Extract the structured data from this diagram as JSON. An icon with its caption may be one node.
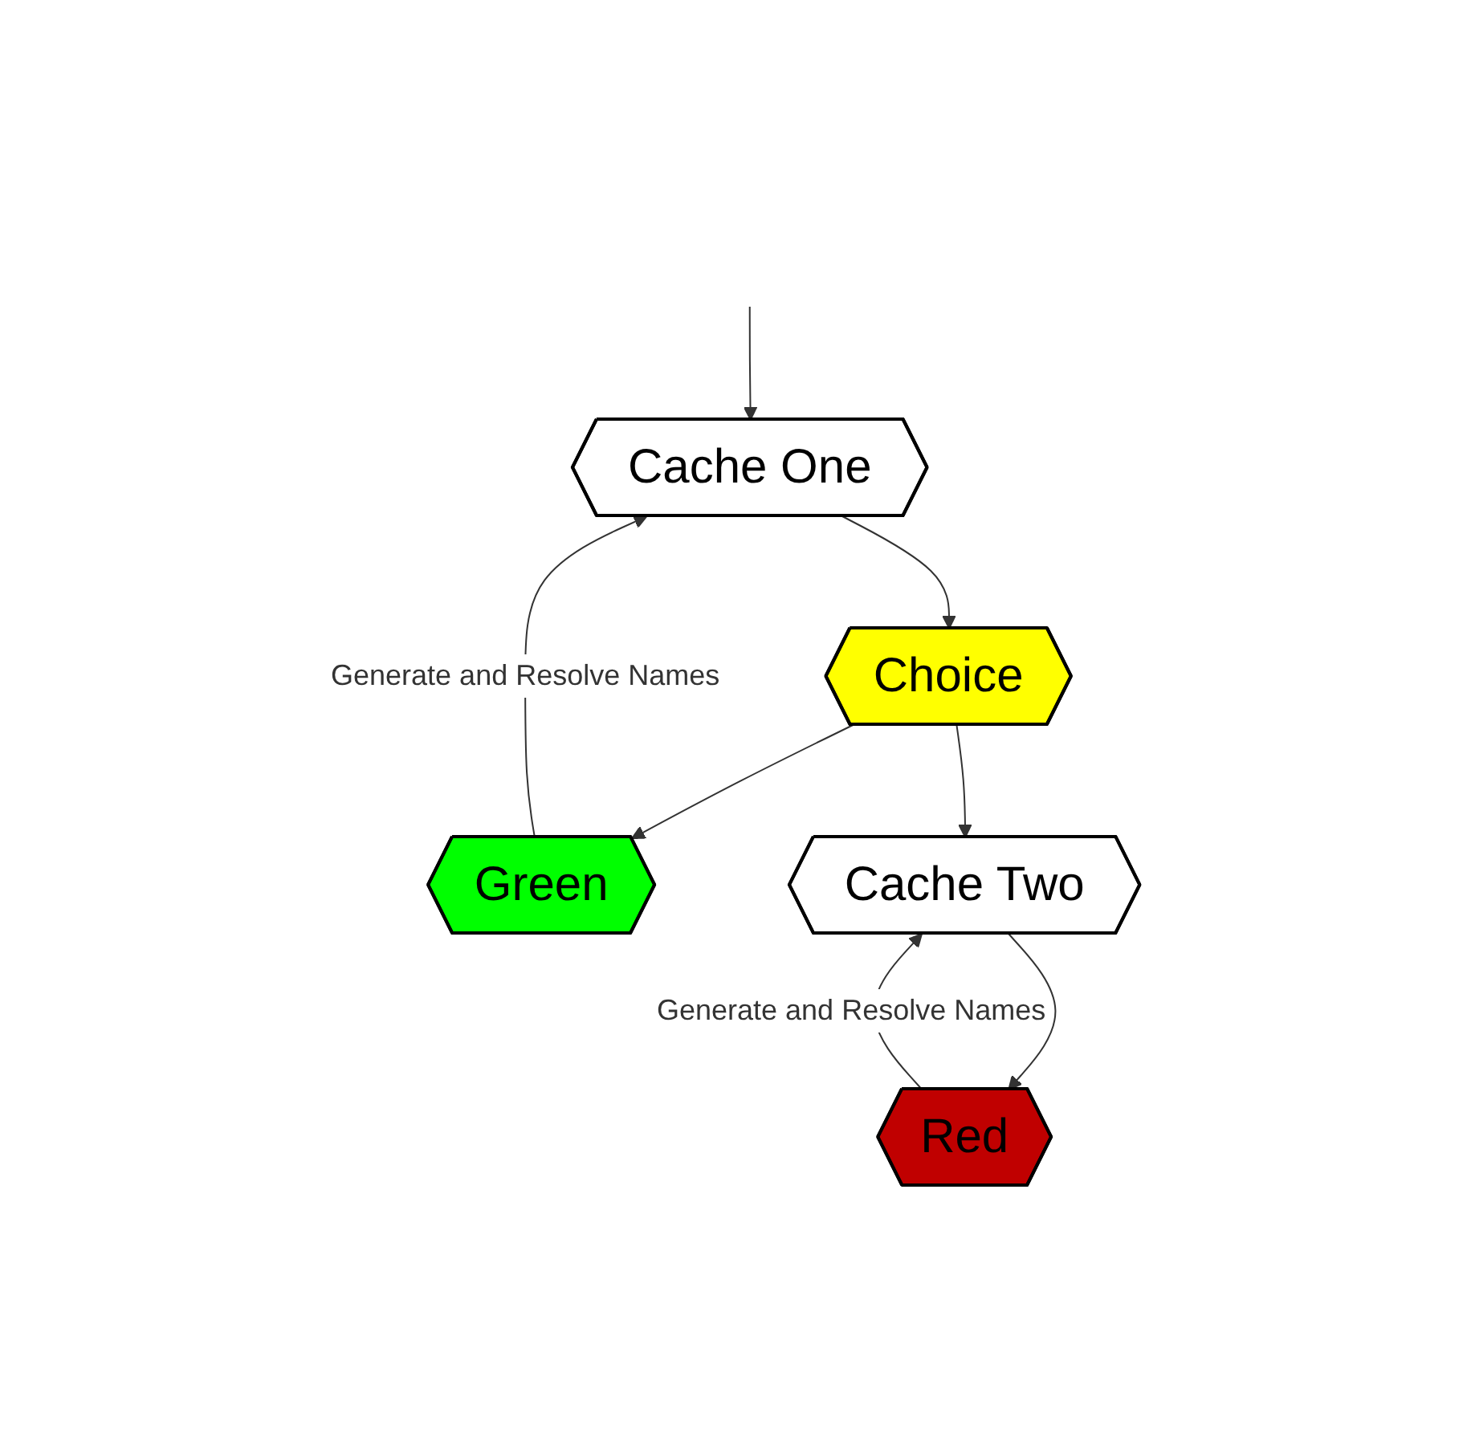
{
  "diagram": {
    "nodes": [
      {
        "text": [
          "Cache One"
        ]
      },
      {
        "text": [
          "Choice"
        ]
      },
      {
        "text": [
          "Green"
        ]
      },
      {
        "text": [
          "Cache Two"
        ]
      },
      {
        "text": [
          "Red"
        ]
      }
    ],
    "edges": [
      {
        "from": null,
        "to": 0,
        "arrow": "to"
      },
      {
        "from": 0,
        "to": 1,
        "arrow": "to"
      },
      {
        "from": 1,
        "to": 2,
        "arrow": "to"
      },
      {
        "from": 1,
        "to": 3,
        "arrow": "to"
      },
      {
        "from": 3,
        "to": 4,
        "arrow": "to"
      },
      {
        "from": 2,
        "to": 0,
        "arrow": "to",
        "label": "Generate and Resolve Names"
      },
      {
        "from": 4,
        "to": 3,
        "arrow": "to",
        "label": "Generate and Resolve Names"
      }
    ]
  }
}
